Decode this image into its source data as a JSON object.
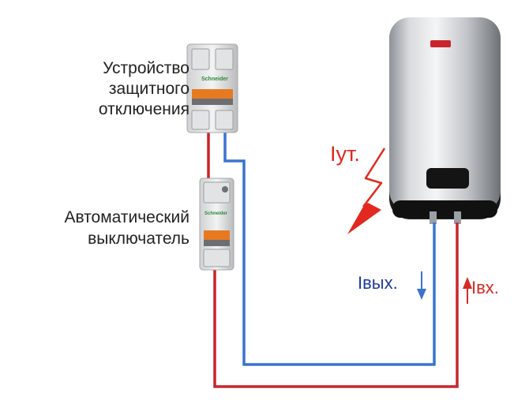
{
  "labels": {
    "rcd": [
      "Устройство",
      "защитного",
      "отключения"
    ],
    "breaker": [
      "Автоматический",
      "выключатель"
    ],
    "leak_current": "Iут.",
    "out_current": "Iвых.",
    "in_current": "Iвх."
  },
  "brand_text": "Schneider",
  "colors": {
    "phase_wire": "#c9252a",
    "neutral_wire": "#3b73cf",
    "leak_arrow": "#e2281f",
    "heater_body": "#c9ccd0",
    "heater_base": "#111111",
    "device_orange": "#e77a21"
  }
}
